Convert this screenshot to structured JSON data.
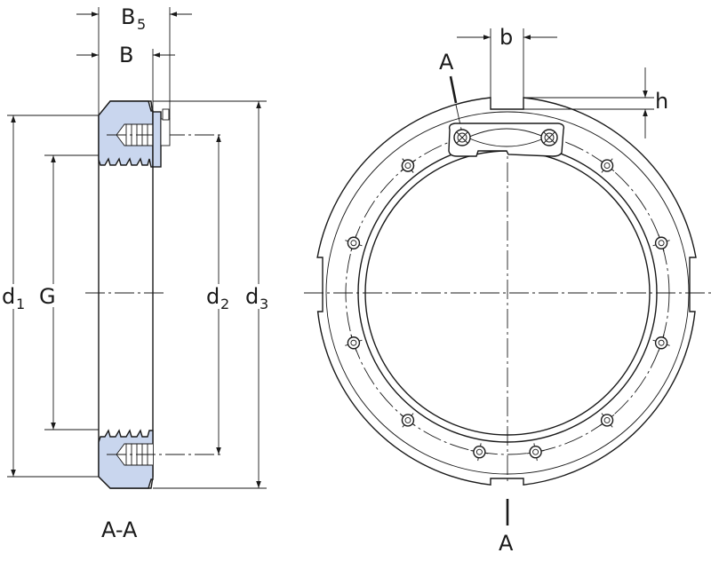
{
  "section_view": {
    "caption": "A-A",
    "labels": {
      "B5": {
        "main": "B",
        "sub": "5"
      },
      "B": {
        "main": "B"
      },
      "d1": {
        "main": "d",
        "sub": "1"
      },
      "G": {
        "main": "G"
      },
      "d2": {
        "main": "d",
        "sub": "2"
      },
      "d3": {
        "main": "d",
        "sub": "3"
      }
    }
  },
  "front_view": {
    "labels": {
      "b": "b",
      "h": "h",
      "section_mark_top": "A",
      "section_mark_bottom": "A"
    }
  },
  "colors": {
    "section_fill": "#c9d6ee",
    "line": "#1a1a1a"
  }
}
